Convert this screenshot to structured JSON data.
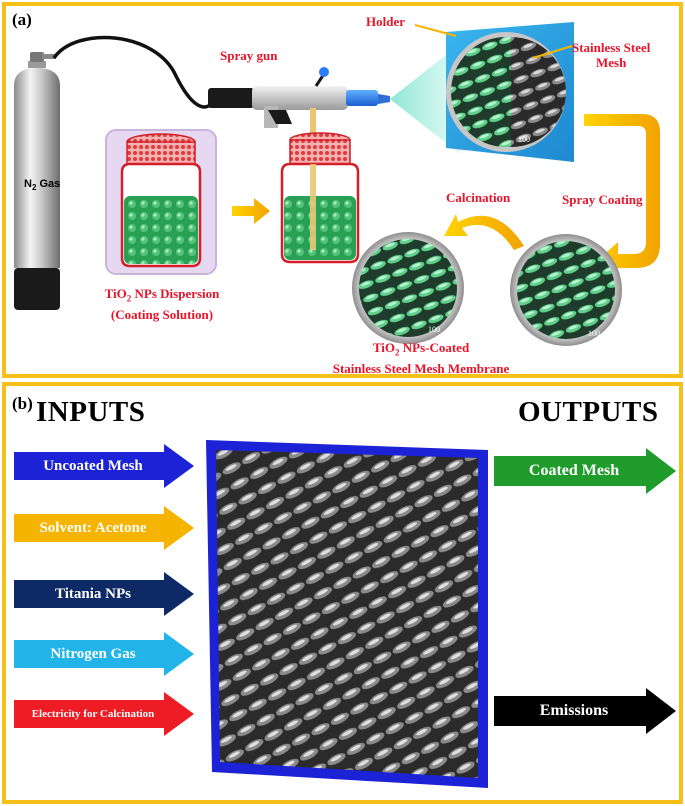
{
  "panel_a": {
    "label": "(a)",
    "gas_cylinder": {
      "label_main": "N",
      "label_sub": "2",
      "label_tail": " Gas"
    },
    "spray_gun_label": "Spray gun",
    "holder_label": "Holder",
    "stainless_mesh_label_line1": "Stainless Steel",
    "stainless_mesh_label_line2": "Mesh",
    "dispersion_label_line1_pre": "TiO",
    "dispersion_label_line1_sub": "2",
    "dispersion_label_line1_post": " NPs Dispersion",
    "dispersion_label_line2": "(Coating Solution)",
    "spray_coating_label": "Spray Coating",
    "calcination_label": "Calcination",
    "membrane_label_line1_pre": "TiO",
    "membrane_label_line1_sub": "2",
    "membrane_label_line1_post": " NPs-Coated",
    "membrane_label_line2": "Stainless Steel Mesh Membrane",
    "scale_text": "100"
  },
  "panel_b": {
    "label": "(b)",
    "inputs_title": "INPUTS",
    "outputs_title": "OUTPUTS",
    "inputs": [
      {
        "label": "Uncoated Mesh",
        "color": "#1c22d6"
      },
      {
        "label": "Solvent: Acetone",
        "color": "#f5b400"
      },
      {
        "label": "Titania NPs",
        "color": "#0e2a66"
      },
      {
        "label": "Nitrogen Gas",
        "color": "#22b4e8"
      },
      {
        "label": "Electricity for Calcination",
        "color": "#ee1c24"
      }
    ],
    "outputs": [
      {
        "label": "Coated Mesh",
        "color": "#1f9c2b"
      },
      {
        "label": "Emissions",
        "color": "#000000"
      }
    ],
    "mesh_frame_color": "#1c22d6"
  }
}
